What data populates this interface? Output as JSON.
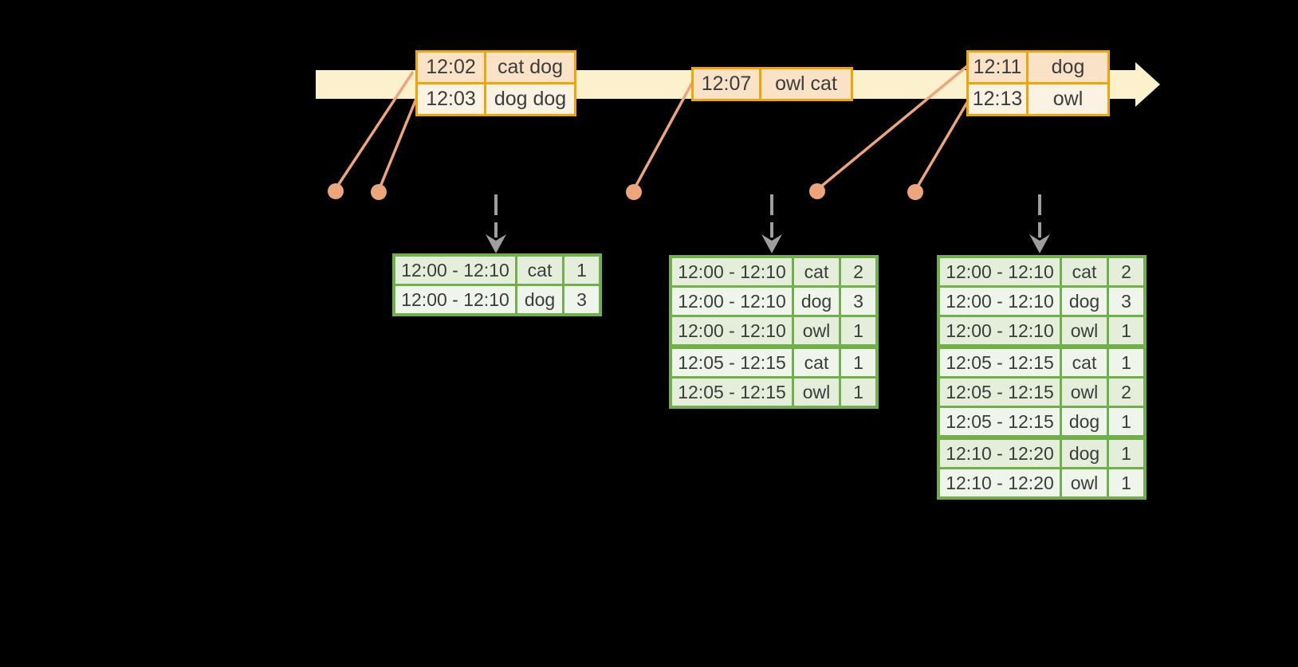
{
  "colors": {
    "background": "#000000",
    "timeline_band": "#FBF1CC",
    "event_table_border": "#F0A405",
    "event_cell_dark": "#F9E2C5",
    "event_cell_light": "#FCF2E4",
    "event_dot": "#EDA57C",
    "trigger_arrow": "#9E9E9E",
    "result_table_border": "#70AF4C",
    "result_row_dark": "#E4EEDA",
    "result_row_light": "#F0F5EB",
    "text": "#3C3C3C"
  },
  "timeline": {
    "event_tables": [
      {
        "rows": [
          {
            "time": "12:02",
            "words": "cat dog"
          },
          {
            "time": "12:03",
            "words": "dog dog"
          }
        ]
      },
      {
        "rows": [
          {
            "time": "12:07",
            "words": "owl cat"
          }
        ]
      },
      {
        "rows": [
          {
            "time": "12:11",
            "words": "dog"
          },
          {
            "time": "12:13",
            "words": "owl"
          }
        ]
      }
    ]
  },
  "connectors": {
    "event_dot_icon": "filled-circle",
    "trigger_arrow_icon": "dashed-down-arrow",
    "timeline_arrowhead_icon": "right-arrowhead",
    "event_dot_count": 5,
    "trigger_arrow_count": 3
  },
  "result_tables": [
    {
      "rows": [
        [
          "12:00 - 12:10",
          "cat",
          "1"
        ],
        [
          "12:00 - 12:10",
          "dog",
          "3"
        ]
      ],
      "group_breaks": []
    },
    {
      "rows": [
        [
          "12:00 - 12:10",
          "cat",
          "2"
        ],
        [
          "12:00 - 12:10",
          "dog",
          "3"
        ],
        [
          "12:00 - 12:10",
          "owl",
          "1"
        ],
        [
          "12:05 - 12:15",
          "cat",
          "1"
        ],
        [
          "12:05 - 12:15",
          "owl",
          "1"
        ]
      ],
      "group_breaks": [
        2
      ]
    },
    {
      "rows": [
        [
          "12:00 - 12:10",
          "cat",
          "2"
        ],
        [
          "12:00 - 12:10",
          "dog",
          "3"
        ],
        [
          "12:00 - 12:10",
          "owl",
          "1"
        ],
        [
          "12:05 - 12:15",
          "cat",
          "1"
        ],
        [
          "12:05 - 12:15",
          "owl",
          "2"
        ],
        [
          "12:05 - 12:15",
          "dog",
          "1"
        ],
        [
          "12:10 - 12:20",
          "dog",
          "1"
        ],
        [
          "12:10 - 12:20",
          "owl",
          "1"
        ]
      ],
      "group_breaks": [
        2,
        5
      ]
    }
  ]
}
